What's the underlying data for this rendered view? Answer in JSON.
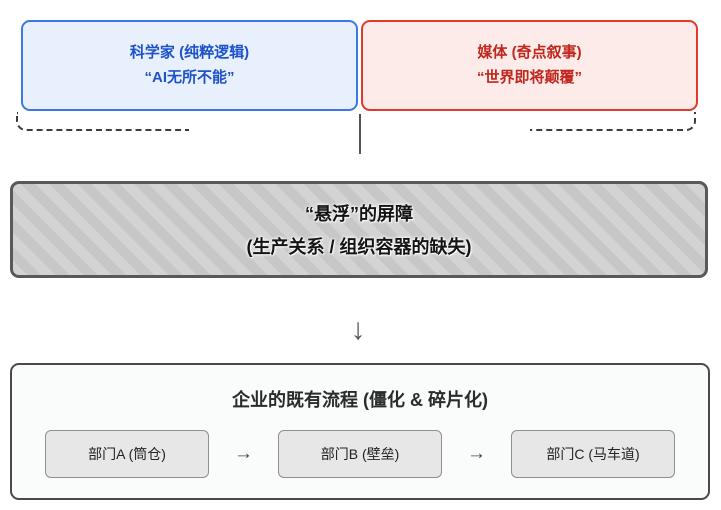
{
  "top_boxes": {
    "scientist": {
      "title": "科学家 (纯粹逻辑)",
      "quote": "“AI无所不能”",
      "text_color": "#1d53c9",
      "border_color": "#3b78e5",
      "bg_color": "#e9f0fd"
    },
    "media": {
      "title": "媒体 (奇点叙事)",
      "quote": "“世界即将颠覆”",
      "text_color": "#c0271e",
      "border_color": "#e03a2c",
      "bg_color": "#fcebe9"
    }
  },
  "barrier_box": {
    "line1": "“悬浮”的屏障",
    "line2": "(生产关系 / 组织容器的缺失)"
  },
  "icons": {
    "down_arrow": "↓",
    "flow_arrow": "→"
  },
  "process_box": {
    "title": "企业的既有流程 (僵化 & 碎片化)",
    "departments": {
      "a": {
        "label": "部门A (筒仓)"
      },
      "b": {
        "label": "部门B (壁垒)"
      },
      "c": {
        "label": "部门C (马车道)"
      }
    }
  }
}
